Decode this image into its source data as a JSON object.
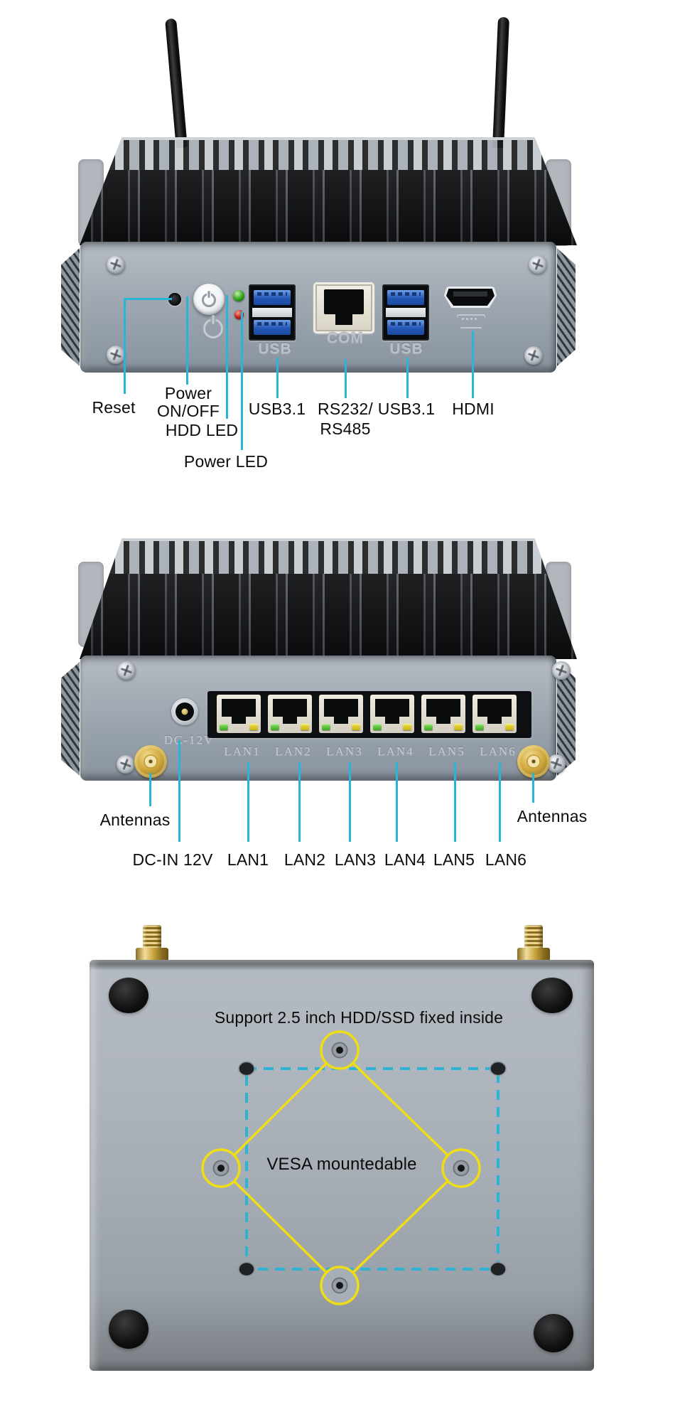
{
  "figure": {
    "type": "mini-pc port annotation diagram",
    "colors": {
      "callout": "#2ab5d8",
      "vesa_highlight": "#efde16"
    }
  },
  "front_view": {
    "engraved": {
      "usb_left": "USB",
      "com": "COM",
      "usb_right": "USB"
    },
    "labels": {
      "reset": "Reset",
      "power_line1": "Power",
      "power_line2": "ON/OFF",
      "hdd_led": "HDD LED",
      "power_led": "Power LED",
      "usb_left": "USB3.1",
      "serial_line1": "RS232/",
      "serial_line2": "RS485",
      "usb_right": "USB3.1",
      "hdmi": "HDMI"
    }
  },
  "rear_view": {
    "engraved": {
      "dc": "DC-12V",
      "lan": [
        "LAN1",
        "LAN2",
        "LAN3",
        "LAN4",
        "LAN5",
        "LAN6"
      ]
    },
    "labels": {
      "antennas_left": "Antennas",
      "antennas_right": "Antennas",
      "dc_in": "DC-IN 12V",
      "lan": [
        "LAN1",
        "LAN2",
        "LAN3",
        "LAN4",
        "LAN5",
        "LAN6"
      ]
    }
  },
  "bottom_view": {
    "labels": {
      "storage_note": "Support 2.5 inch HDD/SSD fixed inside",
      "vesa_note": "VESA mountedable"
    }
  }
}
